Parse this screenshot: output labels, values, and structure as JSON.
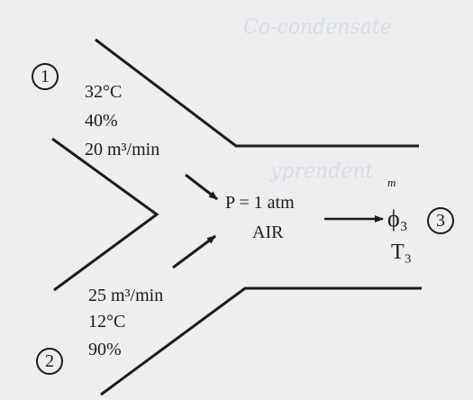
{
  "stream1": {
    "number": "1",
    "temperature": "32°C",
    "humidity": "40%",
    "flow": "20 m³/min"
  },
  "stream2": {
    "number": "2",
    "flow": "25 m³/min",
    "temperature": "12°C",
    "humidity": "90%"
  },
  "mixer": {
    "pressure": "P = 1 atm",
    "fluid": "AIR"
  },
  "stream3": {
    "number": "3",
    "annotation": "m",
    "rh_symbol": "ϕ₃",
    "temperature": "T₃"
  }
}
